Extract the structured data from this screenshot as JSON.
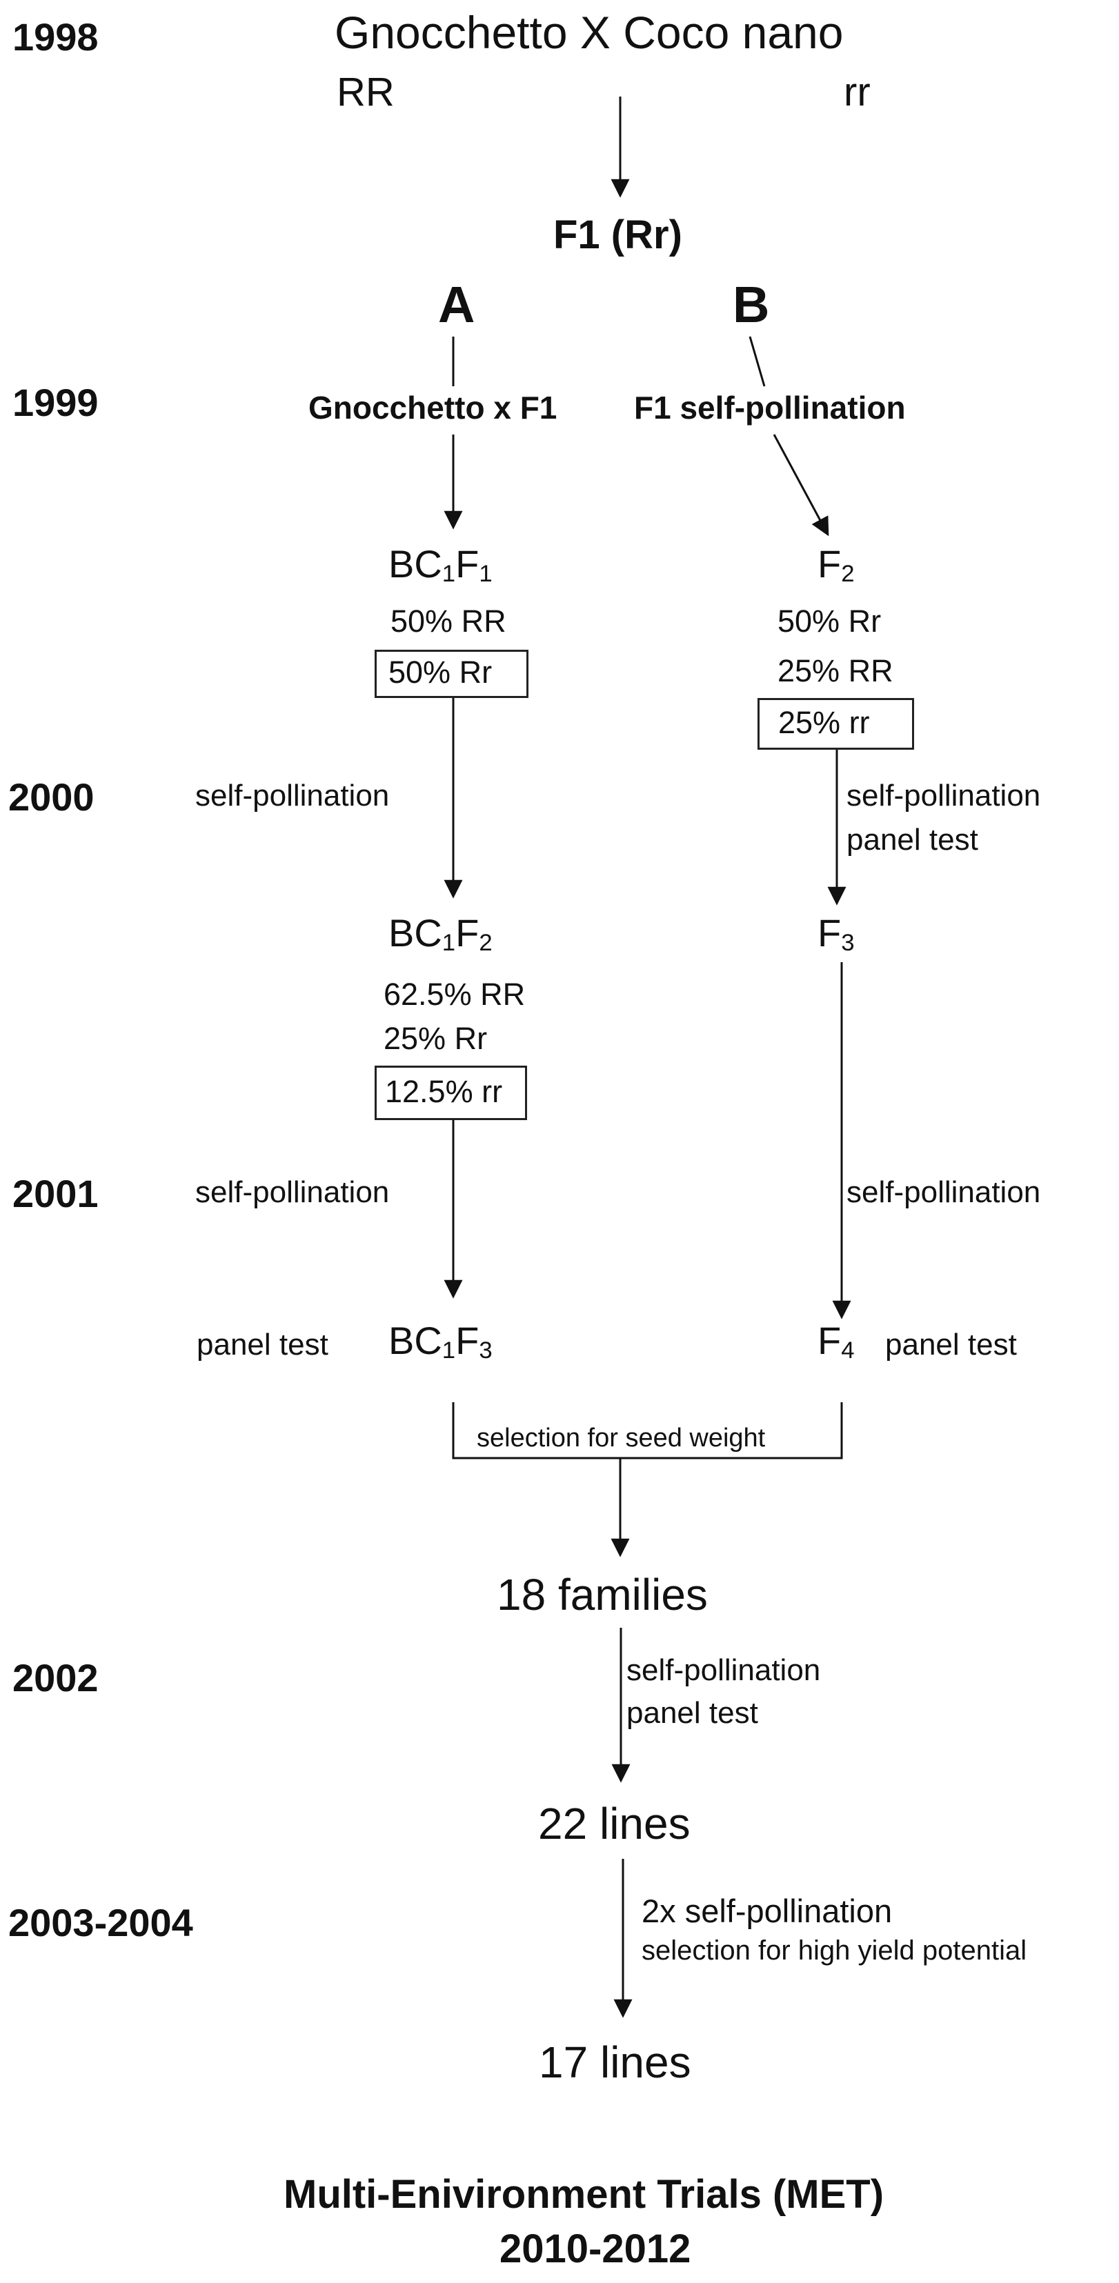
{
  "years": {
    "y1998": "1998",
    "y1999": "1999",
    "y2000": "2000",
    "y2001": "2001",
    "y2002": "2002",
    "y2003": "2003-2004"
  },
  "cross": {
    "parents": "Gnocchetto X Coco nano",
    "parent1_genotype": "RR",
    "parent2_genotype": "rr",
    "f1": "F1 (Rr)"
  },
  "branch_a": {
    "label": "A",
    "cross": "Gnocchetto x F1",
    "bc1f1": {
      "base": "BC",
      "sub1": "1",
      "mid": "F",
      "sub2": "1"
    },
    "bc1f1_rr_big": "50% RR",
    "bc1f1_rr_het": "50% Rr",
    "step_2000": "self-pollination",
    "bc1f2": {
      "base": "BC",
      "sub1": "1",
      "mid": "F",
      "sub2": "2"
    },
    "bc1f2_rr": "62.5% RR",
    "bc1f2_het": "25% Rr",
    "bc1f2_rec": "12.5% rr",
    "step_2001": "self-pollination",
    "panel_test": "panel test",
    "bc1f3": {
      "base": "BC",
      "sub1": "1",
      "mid": "F",
      "sub2": "3"
    }
  },
  "branch_b": {
    "label": "B",
    "cross": "F1 self-pollination",
    "f2": {
      "base": "F",
      "sub": "2"
    },
    "f2_het": "50% Rr",
    "f2_dom": "25% RR",
    "f2_rec": "25% rr",
    "step_2000_a": "self-pollination",
    "step_2000_b": "panel test",
    "f3": {
      "base": "F",
      "sub": "3"
    },
    "step_2001": "self-pollination",
    "f4": {
      "base": "F",
      "sub": "4"
    },
    "panel_test": "panel test"
  },
  "merge": {
    "selection": "selection for seed weight",
    "families": "18 families",
    "step_2002_a": "self-pollination",
    "step_2002_b": "panel test",
    "lines22": "22 lines",
    "step_2003_a": "2x self-pollination",
    "step_2003_b": "selection for high yield potential",
    "lines17": "17 lines"
  },
  "footer": {
    "line1": "Multi-Enivironment Trials (MET)",
    "line2": "2010-2012"
  }
}
